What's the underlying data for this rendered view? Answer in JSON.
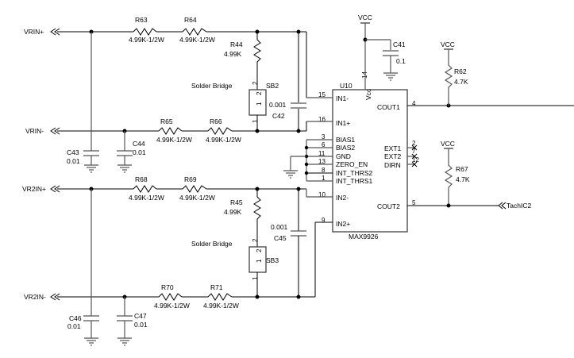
{
  "ports": {
    "vrin_p": "VRIN+",
    "vrin_n": "VRIN-",
    "vr2in_p": "VR2IN+",
    "vr2in_n": "VR2IN-",
    "tach": "TachIC2"
  },
  "resistors": {
    "r63": {
      "ref": "R63",
      "value": "4.99K-1/2W"
    },
    "r64": {
      "ref": "R64",
      "value": "4.99K-1/2W"
    },
    "r65": {
      "ref": "R65",
      "value": "4.99K-1/2W"
    },
    "r66": {
      "ref": "R66",
      "value": "4.99K-1/2W"
    },
    "r68": {
      "ref": "R68",
      "value": "4.99K-1/2W"
    },
    "r69": {
      "ref": "R69",
      "value": "4.99K-1/2W"
    },
    "r70": {
      "ref": "R70",
      "value": "4.99K-1/2W"
    },
    "r71": {
      "ref": "R71",
      "value": "4.99K-1/2W"
    },
    "r44": {
      "ref": "R44",
      "value": "4.99K"
    },
    "r45": {
      "ref": "R45",
      "value": "4.99K"
    },
    "r62": {
      "ref": "R62",
      "value": "4.7K"
    },
    "r67": {
      "ref": "R67",
      "value": "4.7K"
    }
  },
  "capacitors": {
    "c41": {
      "ref": "C41",
      "value": "0.1"
    },
    "c42": {
      "ref": "C42",
      "value": "0.001"
    },
    "c43": {
      "ref": "C43",
      "value": "0.01"
    },
    "c44": {
      "ref": "C44",
      "value": "0.01"
    },
    "c45": {
      "ref": "C45",
      "value": "0.001"
    },
    "c46": {
      "ref": "C46",
      "value": "0.01"
    },
    "c47": {
      "ref": "C47",
      "value": "0.01"
    }
  },
  "solder_bridges": {
    "sb2": {
      "ref": "SB2",
      "label": "Solder Bridge",
      "pin1": "1",
      "pin2": "2"
    },
    "sb3": {
      "ref": "SB3",
      "label": "Solder Bridge",
      "pin1": "1",
      "pin2": "2"
    }
  },
  "power": {
    "vcc": "VCC"
  },
  "ic": {
    "ref": "U10",
    "part": "MAX9926",
    "vcc_pin_name": "Vcc",
    "vcc_pin_num": "14",
    "left_pins": [
      {
        "num": "15",
        "name": "IN1-"
      },
      {
        "num": "16",
        "name": "IN1+"
      },
      {
        "num": "3",
        "name": "BIAS1"
      },
      {
        "num": "6",
        "name": "BIAS2"
      },
      {
        "num": "11",
        "name": "GND"
      },
      {
        "num": "13",
        "name": "ZERO_EN"
      },
      {
        "num": "8",
        "name": "INT_THRS2"
      },
      {
        "num": "1",
        "name": "INT_THRS1"
      },
      {
        "num": "10",
        "name": "IN2-"
      },
      {
        "num": "9",
        "name": "IN2+"
      }
    ],
    "right_pins": [
      {
        "num": "4",
        "name": "COUT1"
      },
      {
        "num": "2",
        "name": "EXT1"
      },
      {
        "num": "7",
        "name": "EXT2"
      },
      {
        "num": "12",
        "name": "DIRN"
      },
      {
        "num": "5",
        "name": "COUT2"
      }
    ]
  }
}
